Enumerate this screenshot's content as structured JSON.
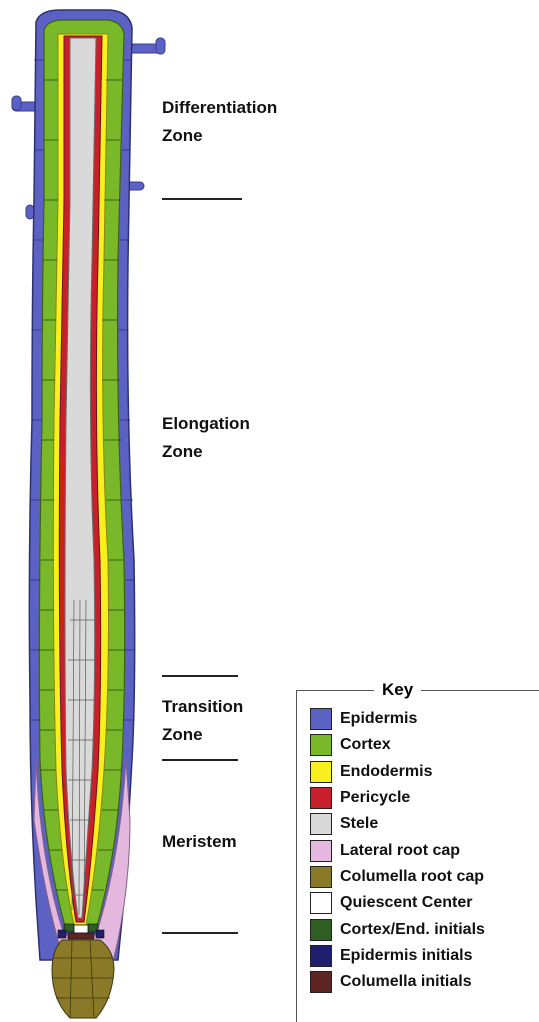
{
  "zones": [
    {
      "lines": [
        "Differentiation",
        "Zone"
      ]
    },
    {
      "lines": [
        "Elongation",
        "Zone"
      ]
    },
    {
      "lines": [
        "Transition",
        "Zone"
      ]
    },
    {
      "lines": [
        "Meristem"
      ]
    }
  ],
  "key": {
    "title": "Key",
    "items": [
      {
        "label": "Epidermis",
        "color": "#5c61c4"
      },
      {
        "label": "Cortex",
        "color": "#79b829"
      },
      {
        "label": "Endodermis",
        "color": "#f7ef1e"
      },
      {
        "label": "Pericycle",
        "color": "#c8202a"
      },
      {
        "label": "Stele",
        "color": "#d9d9d9"
      },
      {
        "label": "Lateral root cap",
        "color": "#e4b8de"
      },
      {
        "label": "Columella root cap",
        "color": "#8a7a28"
      },
      {
        "label": "Quiescent Center",
        "color": "#ffffff"
      },
      {
        "label": "Cortex/End. initials",
        "color": "#2f5e22"
      },
      {
        "label": "Epidermis initials",
        "color": "#1f1f6e"
      },
      {
        "label": "Columella initials",
        "color": "#5c2423"
      }
    ]
  }
}
